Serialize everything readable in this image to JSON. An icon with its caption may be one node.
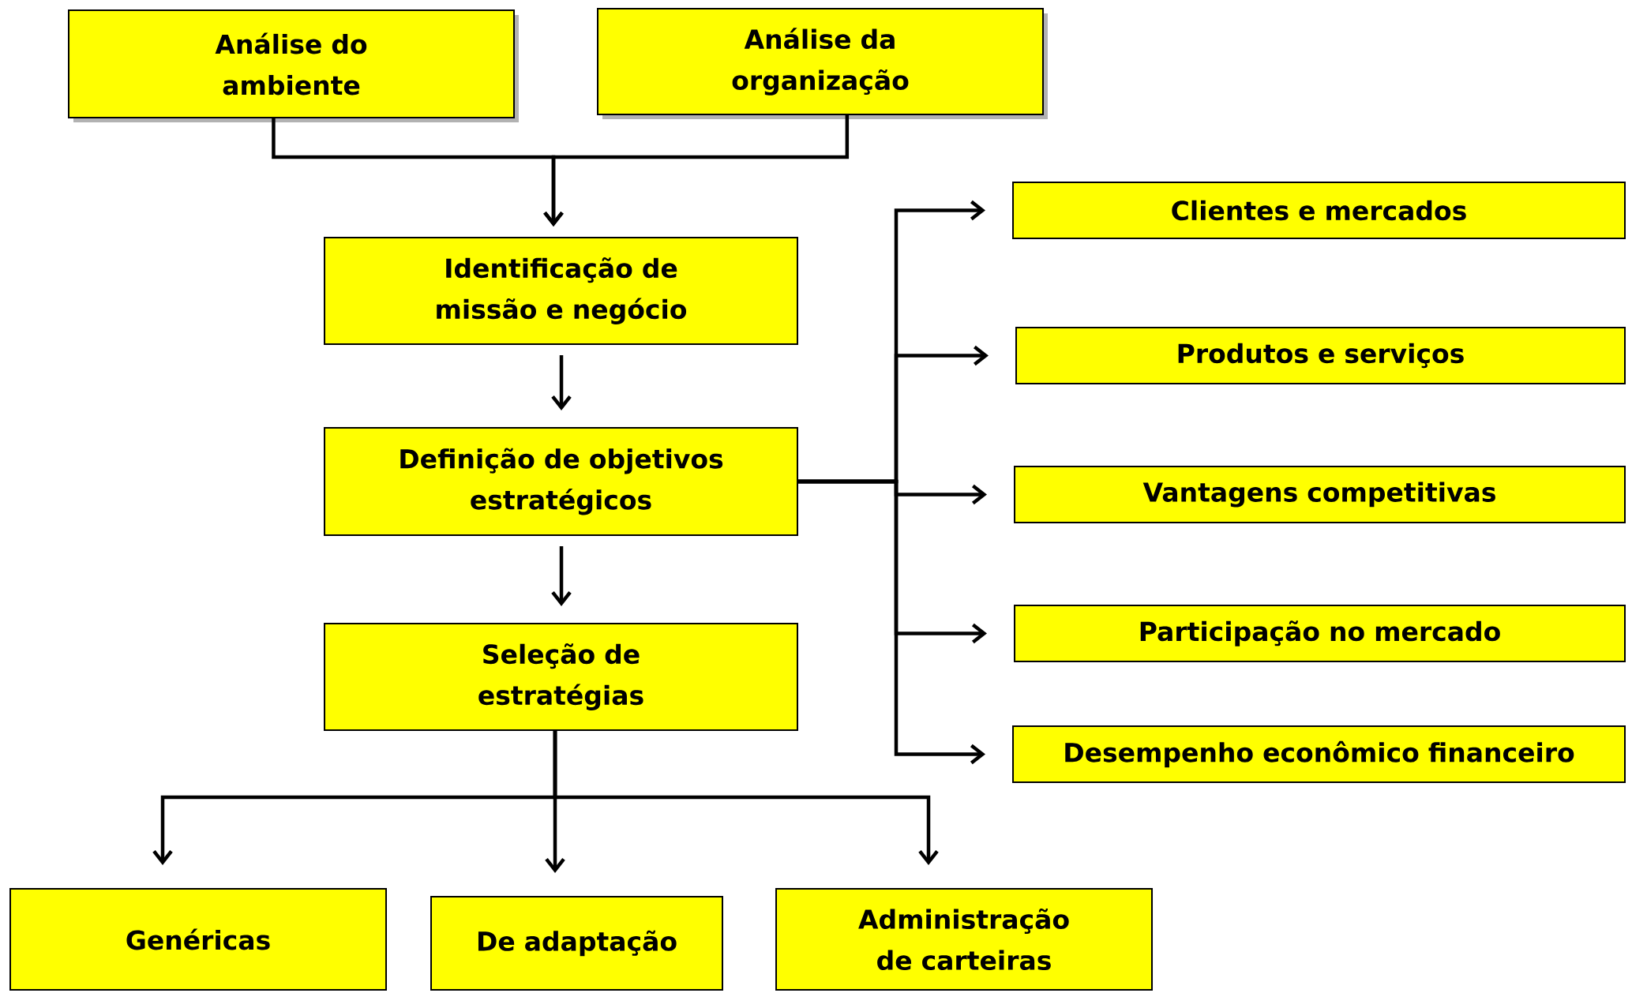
{
  "diagram": {
    "nodes": [
      {
        "text": [
          "Análise do ambiente"
        ]
      },
      {
        "text": [
          "Análise da organização"
        ]
      },
      {
        "text": [
          "Identificação de missão e negócio"
        ]
      },
      {
        "text": [
          "Definição de objetivos estratégicos"
        ]
      },
      {
        "text": [
          "Seleção de estratégias"
        ]
      },
      {
        "text": [
          "Clientes e mercados"
        ]
      },
      {
        "text": [
          "Produtos e serviços"
        ]
      },
      {
        "text": [
          "Vantagens competitivas"
        ]
      },
      {
        "text": [
          "Participação no mercado"
        ]
      },
      {
        "text": [
          "Desempenho econômico financeiro"
        ]
      },
      {
        "text": [
          "Genéricas"
        ]
      },
      {
        "text": [
          "De adaptação"
        ]
      },
      {
        "text": [
          "Administração de carteiras"
        ]
      }
    ],
    "edges": [
      {
        "from": 0,
        "to": 2,
        "arrow": "to"
      },
      {
        "from": 1,
        "to": 2,
        "arrow": "to"
      },
      {
        "from": 2,
        "to": 3,
        "arrow": "to"
      },
      {
        "from": 3,
        "to": 4,
        "arrow": "to"
      },
      {
        "from": 3,
        "to": 5,
        "arrow": "to"
      },
      {
        "from": 3,
        "to": 6,
        "arrow": "to"
      },
      {
        "from": 3,
        "to": 7,
        "arrow": "to"
      },
      {
        "from": 3,
        "to": 8,
        "arrow": "to"
      },
      {
        "from": 3,
        "to": 9,
        "arrow": "to"
      },
      {
        "from": 4,
        "to": 10,
        "arrow": "to"
      },
      {
        "from": 4,
        "to": 11,
        "arrow": "to"
      },
      {
        "from": 4,
        "to": 12,
        "arrow": "to"
      }
    ]
  }
}
